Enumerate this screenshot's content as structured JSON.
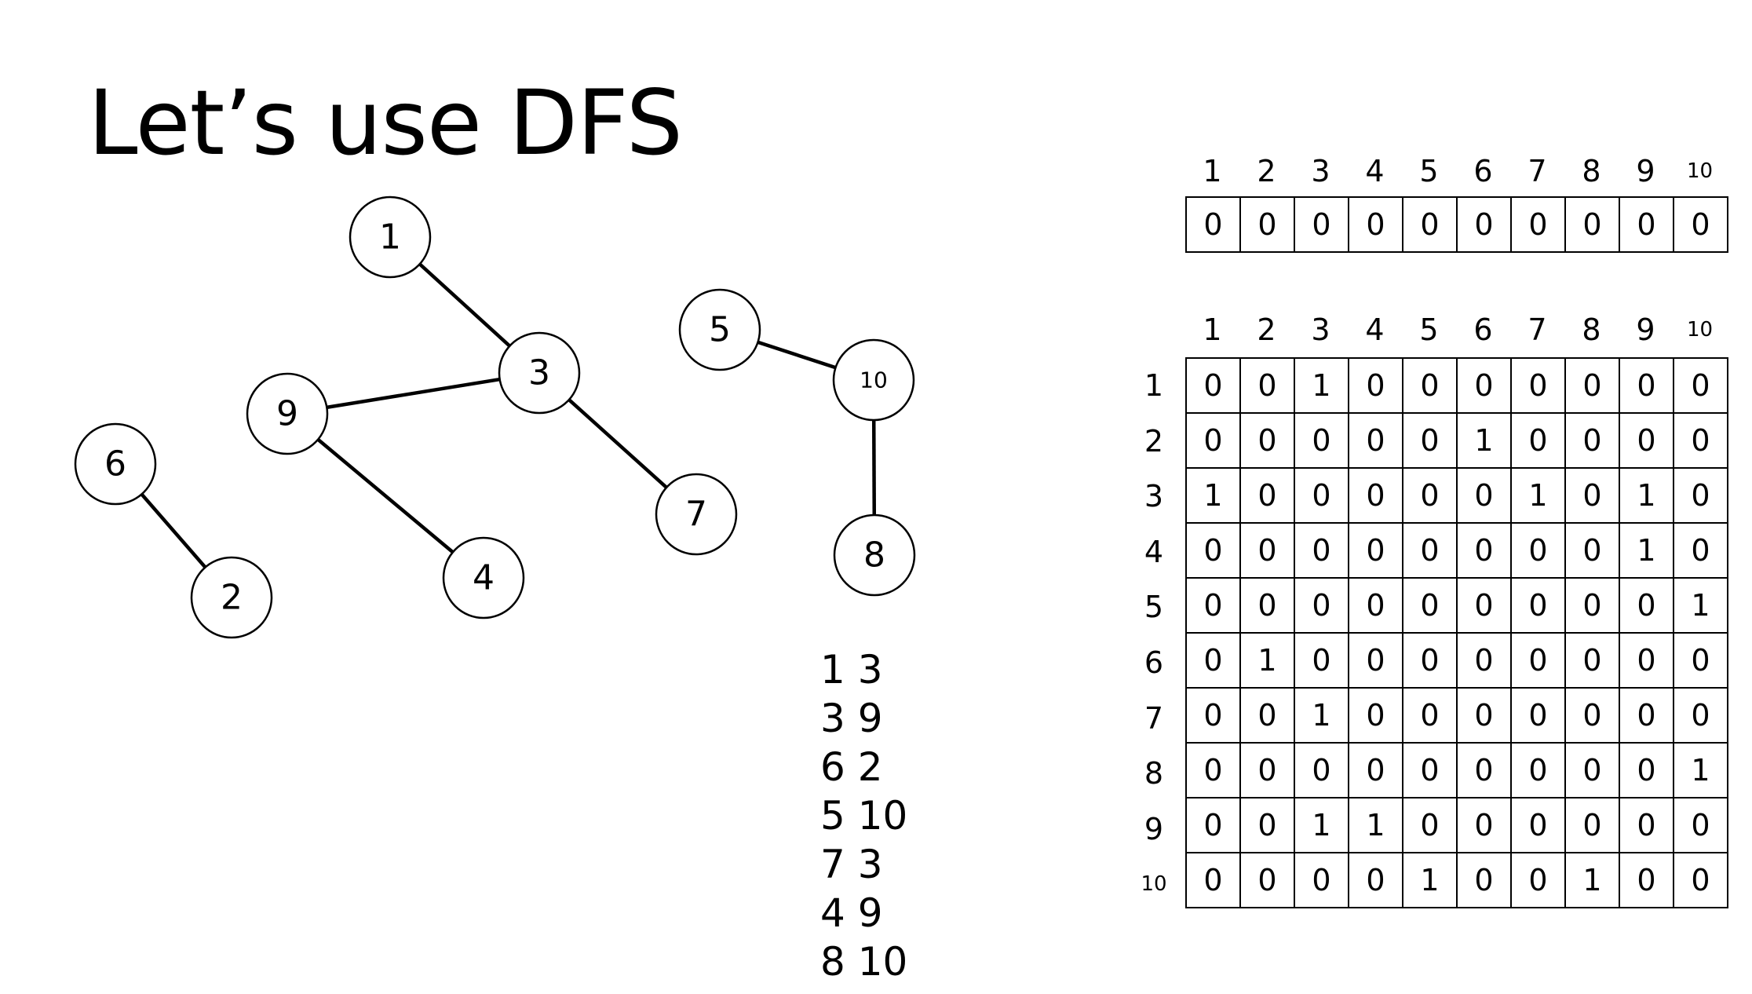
{
  "title": "Let’s use DFS",
  "graph": {
    "nodes": [
      "1",
      "2",
      "3",
      "4",
      "5",
      "6",
      "7",
      "8",
      "9",
      "10"
    ],
    "edges": [
      [
        "1",
        "3"
      ],
      [
        "3",
        "9"
      ],
      [
        "3",
        "7"
      ],
      [
        "9",
        "4"
      ],
      [
        "6",
        "2"
      ],
      [
        "5",
        "10"
      ],
      [
        "10",
        "8"
      ]
    ]
  },
  "edge_list": [
    "1 3",
    "3 9",
    "6 2",
    "5 10",
    "7 3",
    "4 9",
    "8 10"
  ],
  "visited": {
    "headers": [
      "1",
      "2",
      "3",
      "4",
      "5",
      "6",
      "7",
      "8",
      "9",
      "10"
    ],
    "values": [
      "0",
      "0",
      "0",
      "0",
      "0",
      "0",
      "0",
      "0",
      "0",
      "0"
    ]
  },
  "adjacency": {
    "col_headers": [
      "1",
      "2",
      "3",
      "4",
      "5",
      "6",
      "7",
      "8",
      "9",
      "10"
    ],
    "row_headers": [
      "1",
      "2",
      "3",
      "4",
      "5",
      "6",
      "7",
      "8",
      "9",
      "10"
    ],
    "rows": [
      [
        "0",
        "0",
        "1",
        "0",
        "0",
        "0",
        "0",
        "0",
        "0",
        "0"
      ],
      [
        "0",
        "0",
        "0",
        "0",
        "0",
        "1",
        "0",
        "0",
        "0",
        "0"
      ],
      [
        "1",
        "0",
        "0",
        "0",
        "0",
        "0",
        "1",
        "0",
        "1",
        "0"
      ],
      [
        "0",
        "0",
        "0",
        "0",
        "0",
        "0",
        "0",
        "0",
        "1",
        "0"
      ],
      [
        "0",
        "0",
        "0",
        "0",
        "0",
        "0",
        "0",
        "0",
        "0",
        "1"
      ],
      [
        "0",
        "1",
        "0",
        "0",
        "0",
        "0",
        "0",
        "0",
        "0",
        "0"
      ],
      [
        "0",
        "0",
        "1",
        "0",
        "0",
        "0",
        "0",
        "0",
        "0",
        "0"
      ],
      [
        "0",
        "0",
        "0",
        "0",
        "0",
        "0",
        "0",
        "0",
        "0",
        "1"
      ],
      [
        "0",
        "0",
        "1",
        "1",
        "0",
        "0",
        "0",
        "0",
        "0",
        "0"
      ],
      [
        "0",
        "0",
        "0",
        "0",
        "1",
        "0",
        "0",
        "1",
        "0",
        "0"
      ]
    ]
  }
}
